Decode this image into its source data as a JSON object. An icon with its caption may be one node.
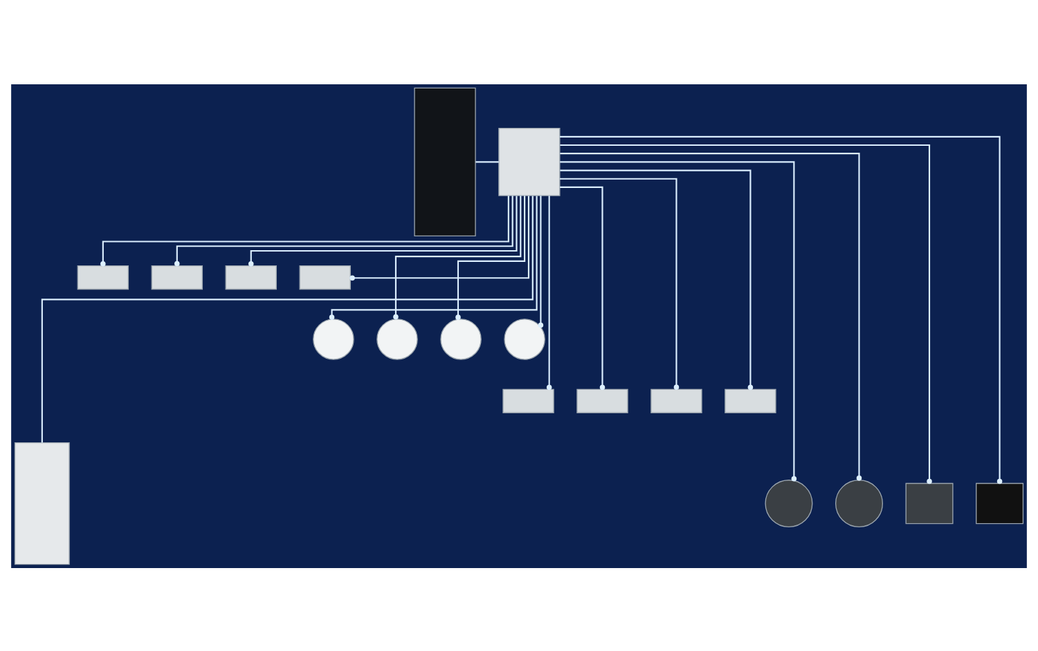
{
  "diagram": {
    "nodes": [
      {
        "text": [],
        "shape": "box"
      },
      {
        "text": [],
        "shape": "box"
      },
      {
        "text": [],
        "shape": "box"
      },
      {
        "text": [],
        "shape": "box"
      },
      {
        "text": [],
        "shape": "box"
      },
      {
        "text": [],
        "shape": "box"
      },
      {
        "text": [],
        "shape": "box"
      },
      {
        "text": [],
        "shape": "circle"
      },
      {
        "text": [],
        "shape": "circle"
      },
      {
        "text": [],
        "shape": "circle"
      },
      {
        "text": [],
        "shape": "circle"
      },
      {
        "text": [],
        "shape": "box"
      },
      {
        "text": [],
        "shape": "box"
      },
      {
        "text": [],
        "shape": "box"
      },
      {
        "text": [],
        "shape": "box"
      },
      {
        "text": [],
        "shape": "circle"
      },
      {
        "text": [],
        "shape": "circle"
      },
      {
        "text": [],
        "shape": "box"
      },
      {
        "text": [],
        "shape": "box"
      }
    ],
    "edges": [
      {
        "from": 0,
        "to": 1,
        "arrow": "none"
      },
      {
        "from": 1,
        "to": 2,
        "arrow": "none"
      },
      {
        "from": 1,
        "to": 3,
        "arrow": "other"
      },
      {
        "from": 1,
        "to": 4,
        "arrow": "other"
      },
      {
        "from": 1,
        "to": 5,
        "arrow": "other"
      },
      {
        "from": 1,
        "to": 6,
        "arrow": "other"
      },
      {
        "from": 1,
        "to": 7,
        "arrow": "other"
      },
      {
        "from": 1,
        "to": 8,
        "arrow": "other"
      },
      {
        "from": 1,
        "to": 9,
        "arrow": "other"
      },
      {
        "from": 1,
        "to": 10,
        "arrow": "other"
      },
      {
        "from": 1,
        "to": 11,
        "arrow": "other"
      },
      {
        "from": 1,
        "to": 12,
        "arrow": "other"
      },
      {
        "from": 1,
        "to": 13,
        "arrow": "other"
      },
      {
        "from": 1,
        "to": 14,
        "arrow": "other"
      },
      {
        "from": 1,
        "to": 15,
        "arrow": "other"
      },
      {
        "from": 1,
        "to": 16,
        "arrow": "other"
      },
      {
        "from": 1,
        "to": 17,
        "arrow": "other"
      },
      {
        "from": 1,
        "to": 18,
        "arrow": "other"
      }
    ]
  }
}
